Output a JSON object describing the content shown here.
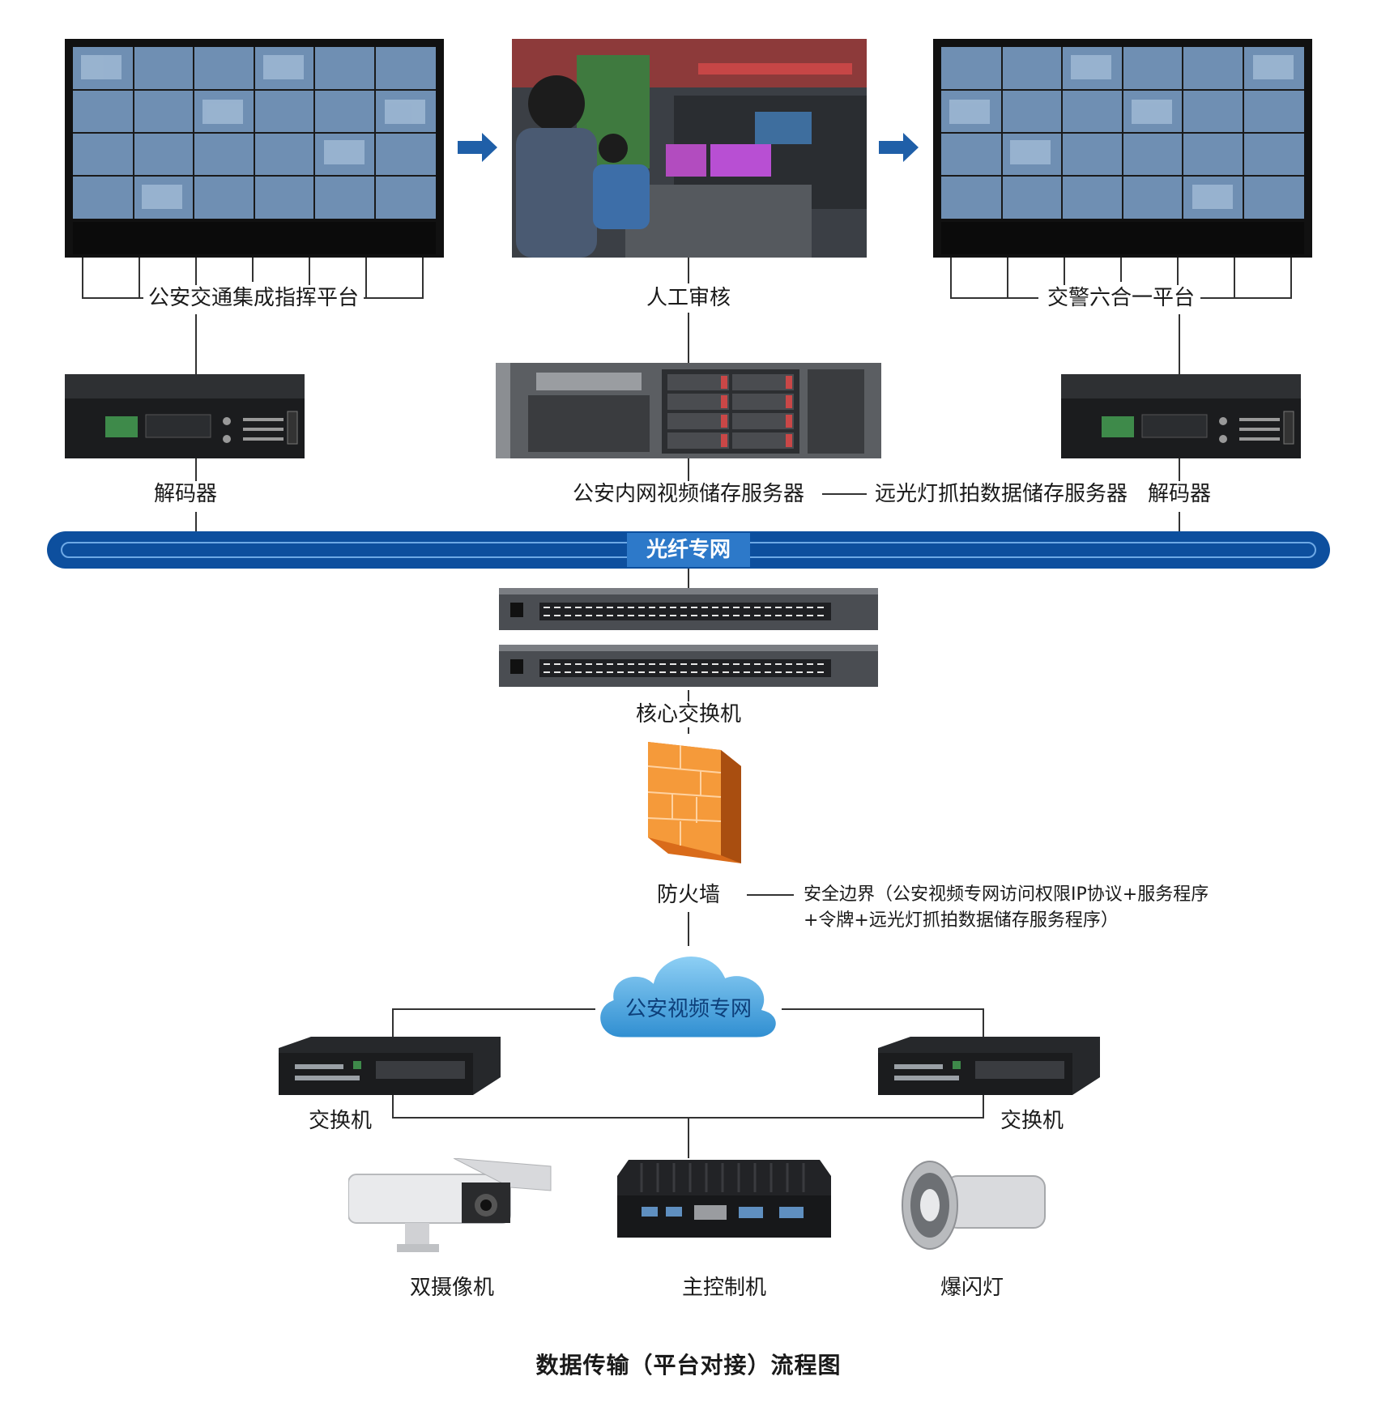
{
  "nodes": {
    "platform_left": "公安交通集成指挥平台",
    "manual_review": "人工审核",
    "platform_right": "交警六合一平台",
    "decoder_left": "解码器",
    "storage_server": "公安内网视频储存服务器",
    "highbeam_server": "远光灯抓拍数据储存服务器",
    "decoder_right": "解码器",
    "fiber_network": "光纤专网",
    "core_switch": "核心交换机",
    "firewall": "防火墙",
    "video_network": "公安视频专网",
    "switch_left": "交换机",
    "switch_right": "交换机",
    "dual_camera": "双摄像机",
    "main_controller": "主控制机",
    "strobe_light": "爆闪灯"
  },
  "security_note": {
    "line1": "安全边界（公安视频专网访问权限IP协议+服务程序",
    "line2": "+令牌+远光灯抓拍数据储存服务程序）"
  },
  "caption": "数据传输（平台对接）流程图",
  "colors": {
    "fiber": "#0d4f9e",
    "firewall": "#f08a2a",
    "cloud": "#4aa3df",
    "arrow": "#1f5fa8"
  }
}
